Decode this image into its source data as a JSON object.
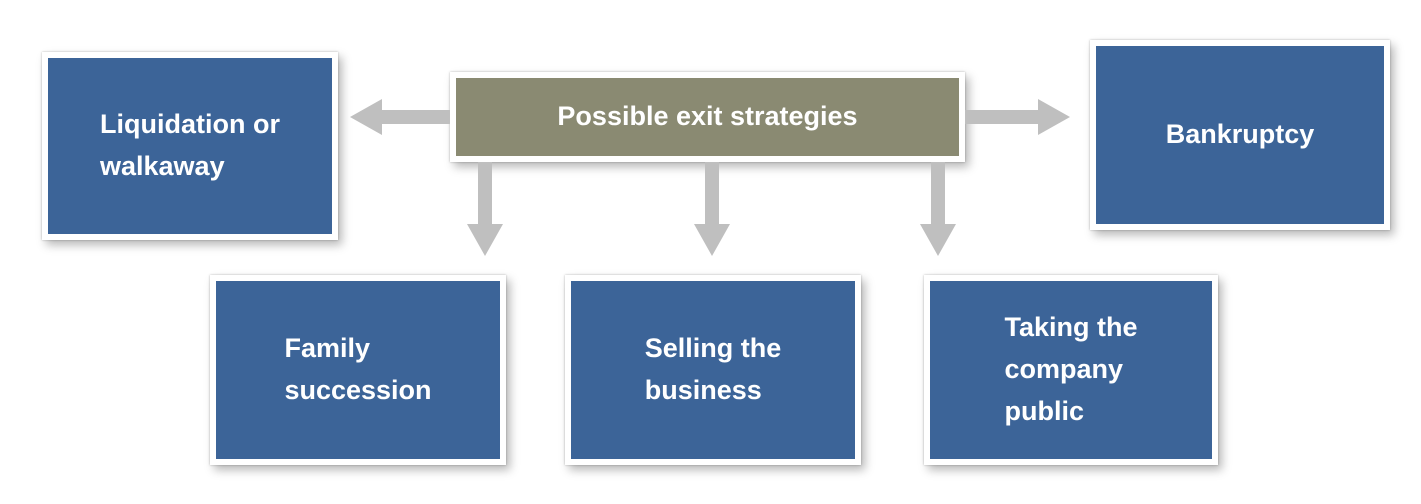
{
  "diagram": {
    "center": {
      "label": "Possible exit strategies"
    },
    "nodes": [
      {
        "id": "liquidation-or-walkaway",
        "label": "Liquidation or\nwalkaway"
      },
      {
        "id": "bankruptcy",
        "label": "Bankruptcy"
      },
      {
        "id": "family-succession",
        "label": "Family\nsuccession"
      },
      {
        "id": "selling-the-business",
        "label": "Selling the\nbusiness"
      },
      {
        "id": "taking-the-company-public",
        "label": "Taking the\ncompany\npublic"
      }
    ],
    "colors": {
      "center_box": "#8a8a72",
      "node_box": "#3c6498",
      "arrow": "#bfbfbf",
      "label_text": "#ffffff",
      "background": "#ffffff"
    }
  }
}
